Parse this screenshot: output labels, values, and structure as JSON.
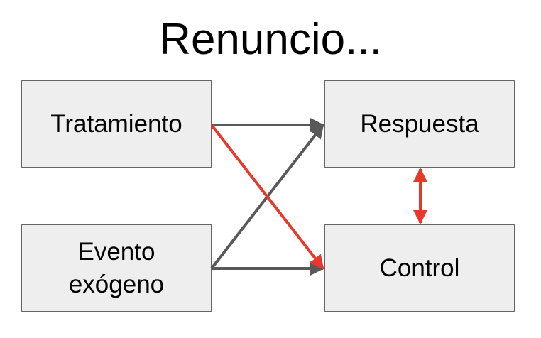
{
  "title": "Renuncio...",
  "nodes": {
    "tratamiento": "Tratamiento",
    "respuesta": "Respuesta",
    "evento": [
      "Evento",
      "exógeno"
    ],
    "control": "Control"
  },
  "colors": {
    "edge_dark": "#595959",
    "edge_red": "#e8382c",
    "node_fill": "#eeeeee",
    "node_border": "#666666"
  }
}
